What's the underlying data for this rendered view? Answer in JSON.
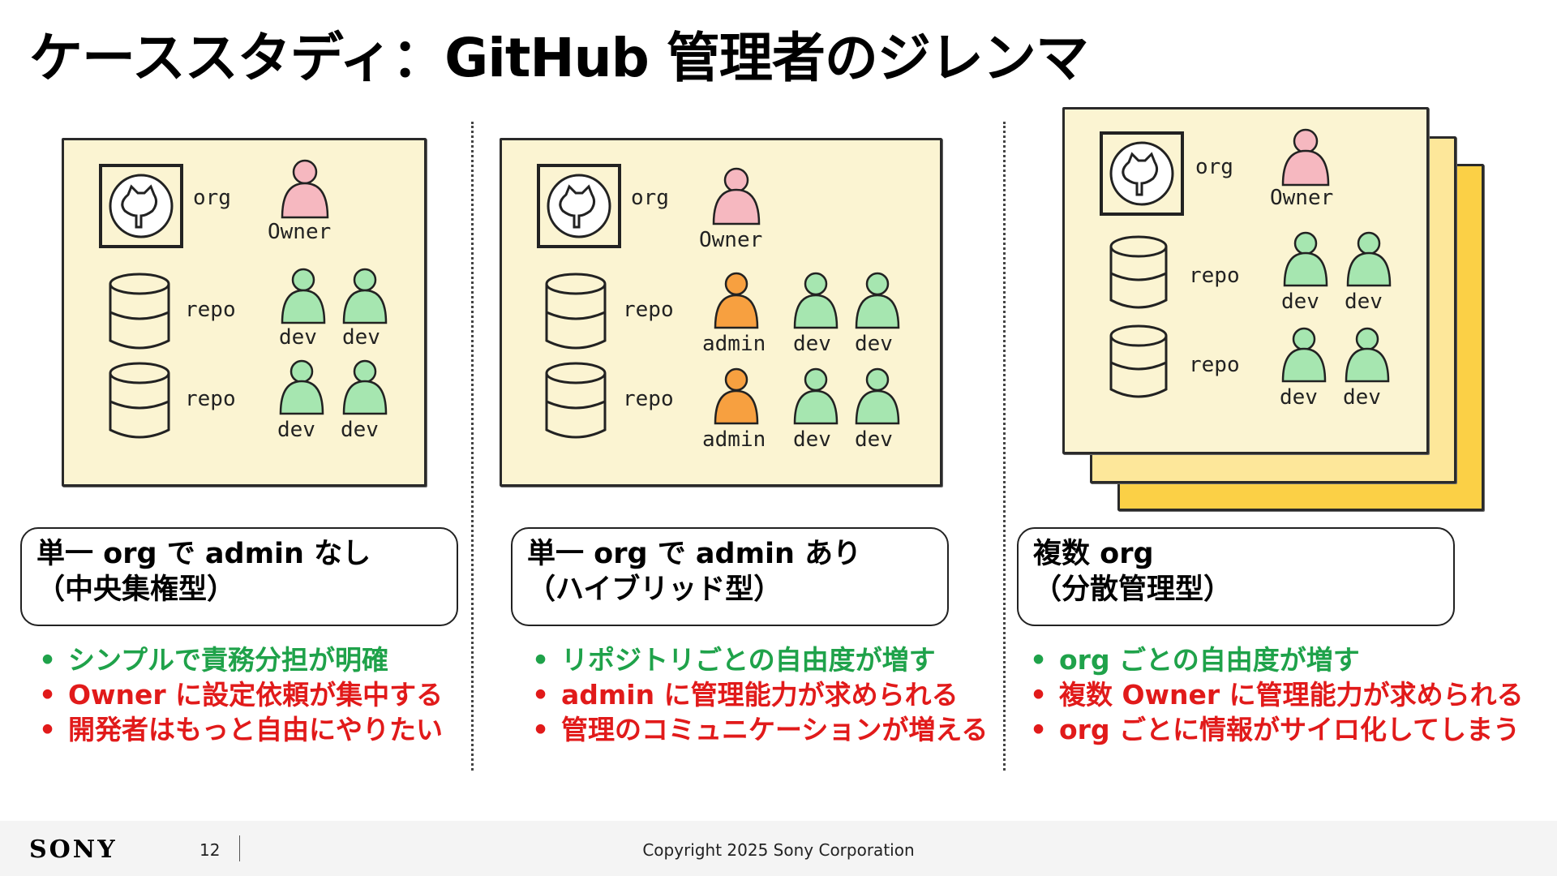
{
  "title": "ケーススタディ：GitHub 管理者のジレンマ",
  "hand_labels": {
    "org": "org",
    "owner": "Owner",
    "repo": "repo",
    "dev": "dev",
    "admin": "admin"
  },
  "colors": {
    "owner": "#f6b8c0",
    "dev": "#a6e6b0",
    "admin": "#f7a040",
    "sheet": "#fbf4d2",
    "green_text": "#1fa24a",
    "red_text": "#e11a1a"
  },
  "panels": [
    {
      "label_line1": "単一 org で admin なし",
      "label_line2": "（中央集権型）",
      "bullets": [
        {
          "text": "シンプルで責務分担が明確",
          "tone": "green"
        },
        {
          "text": "Owner に設定依頼が集中する",
          "tone": "red"
        },
        {
          "text": "開発者はもっと自由にやりたい",
          "tone": "red"
        }
      ]
    },
    {
      "label_line1": "単一 org で admin あり",
      "label_line2": "（ハイブリッド型）",
      "bullets": [
        {
          "text": "リポジトリごとの自由度が増す",
          "tone": "green"
        },
        {
          "text": "admin に管理能力が求められる",
          "tone": "red"
        },
        {
          "text": "管理のコミュニケーションが増える",
          "tone": "red"
        }
      ]
    },
    {
      "label_line1": "複数 org",
      "label_line2": "（分散管理型）",
      "bullets": [
        {
          "text": "org ごとの自由度が増す",
          "tone": "green"
        },
        {
          "text": "複数 Owner に管理能力が求められる",
          "tone": "red"
        },
        {
          "text": "org ごとに情報がサイロ化してしまう",
          "tone": "red"
        }
      ]
    }
  ],
  "footer": {
    "logo": "SONY",
    "page_number": "12",
    "copyright": "Copyright 2025 Sony Corporation"
  }
}
